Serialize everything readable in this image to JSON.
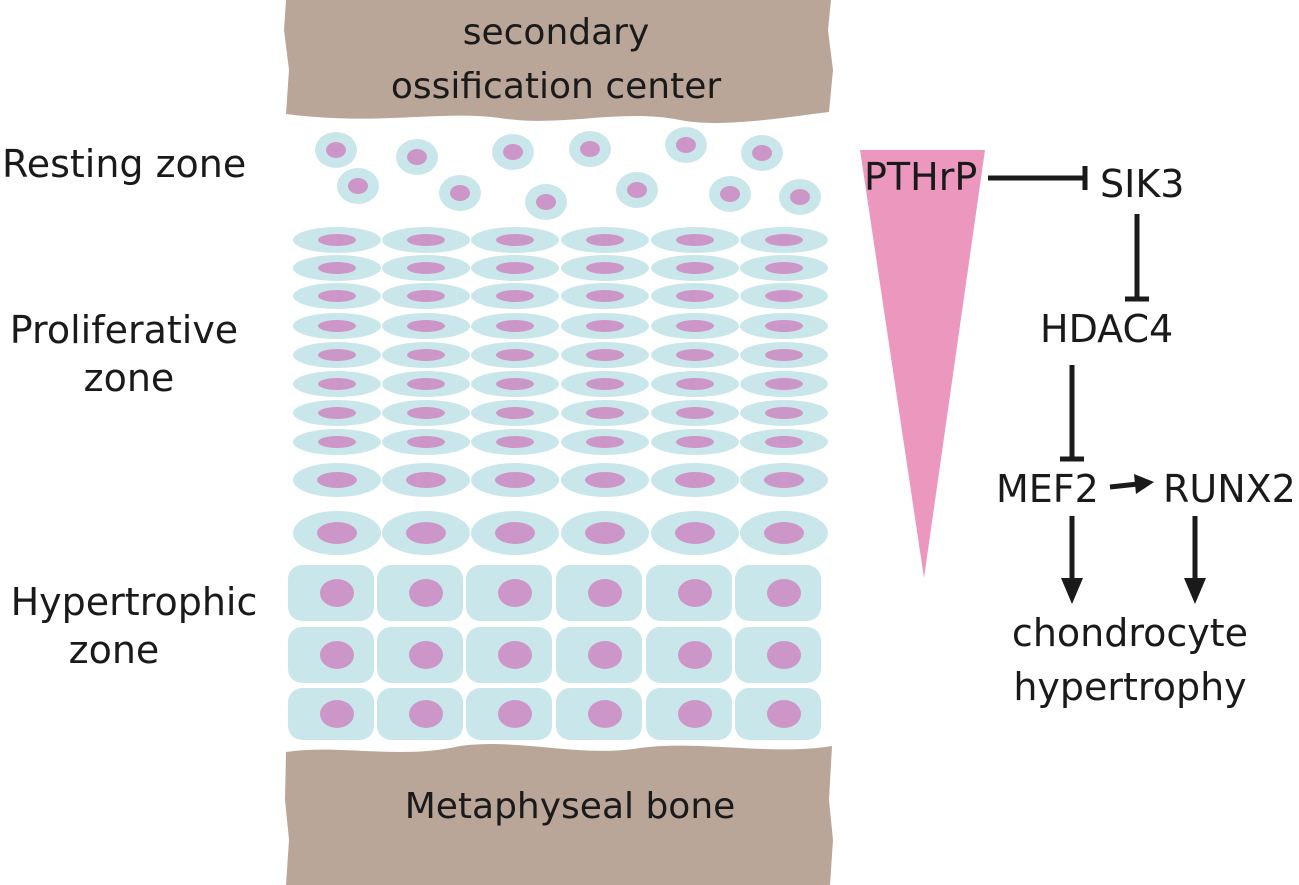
{
  "bone": {
    "top_line1": "secondary",
    "top_line2": "ossification center",
    "bottom": "Metaphyseal bone"
  },
  "zones": {
    "resting": "Resting zone",
    "proliferative_line1": "Proliferative",
    "proliferative_line2": "zone",
    "hypertrophic_line1": "Hypertrophic",
    "hypertrophic_line2": "zone"
  },
  "pathway": {
    "pthrp": "PTHrP",
    "sik3": "SIK3",
    "hdac4": "HDAC4",
    "mef2": "MEF2",
    "runx2": "RUNX2",
    "outcome_line1": "chondrocyte",
    "outcome_line2": "hypertrophy"
  },
  "colors": {
    "bone": "#baa698",
    "cell": "#c9e7ea",
    "nucleus": "#cc97c8",
    "gradient": "#ec97be",
    "line": "#1a1a1a"
  }
}
